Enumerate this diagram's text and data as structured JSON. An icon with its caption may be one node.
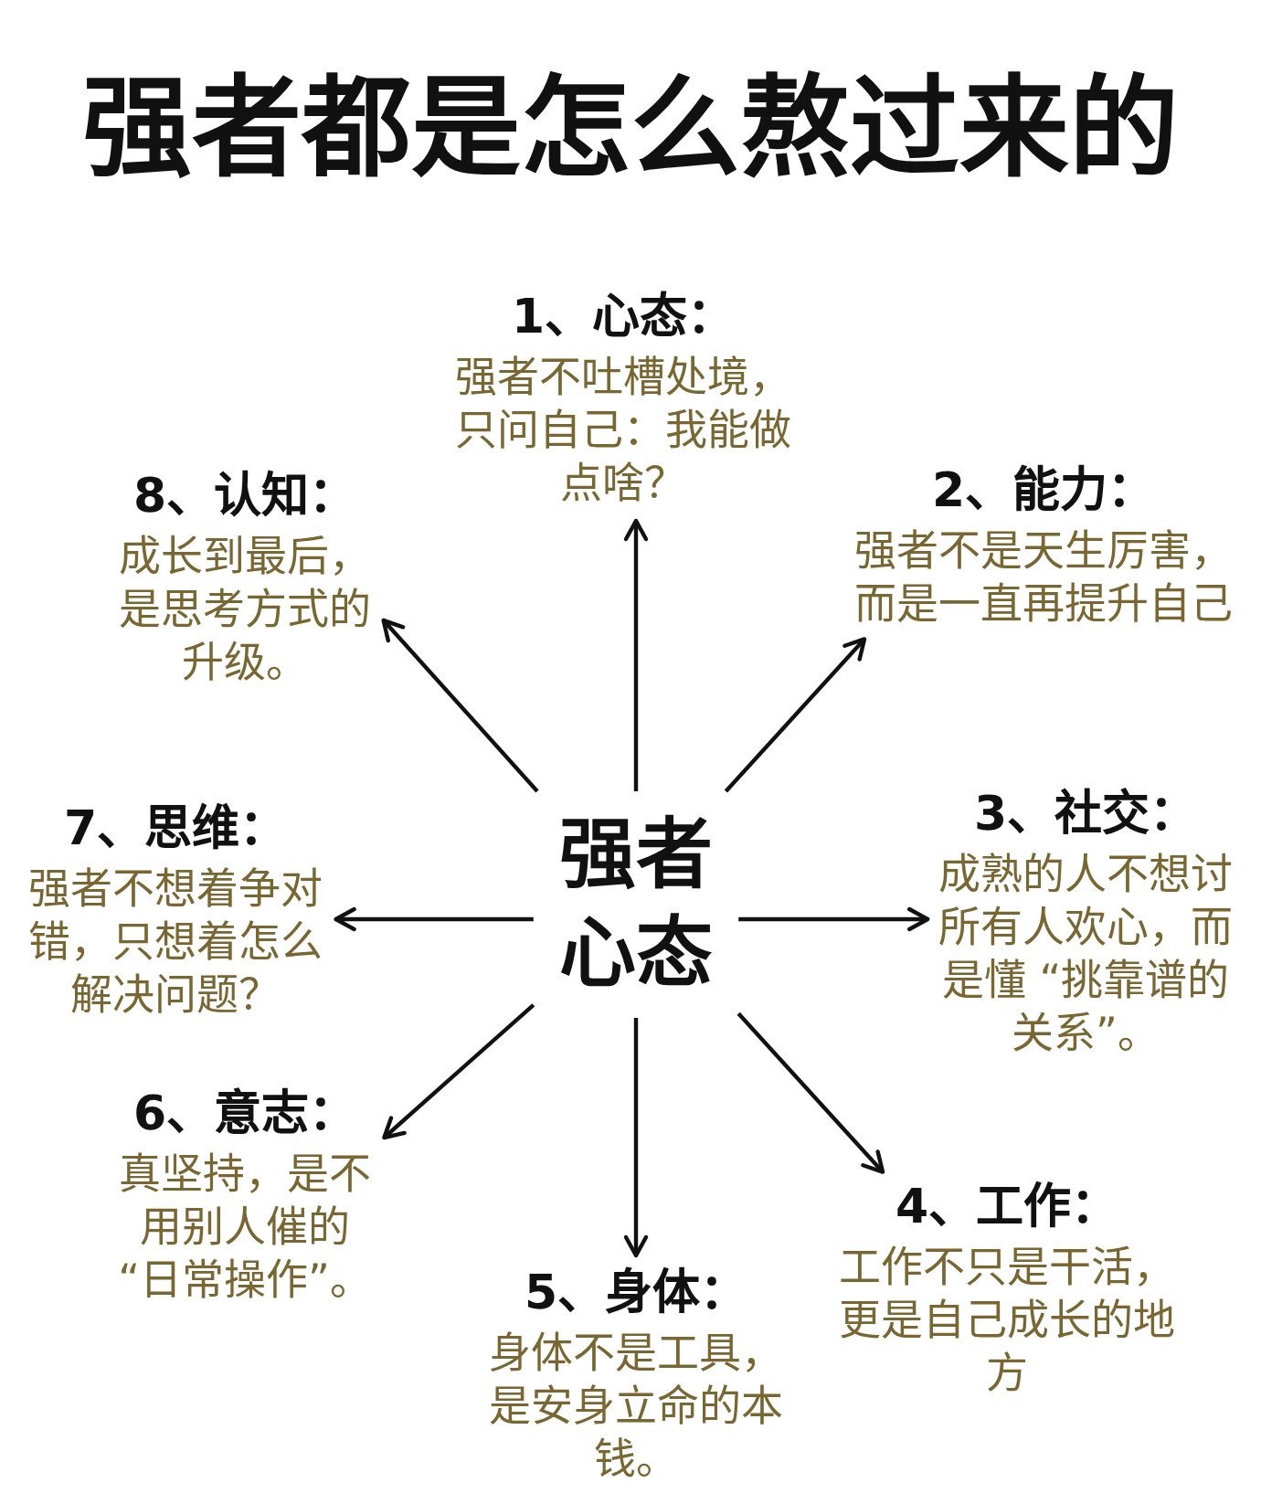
{
  "diagram": {
    "title": "强者都是怎么熬过来的",
    "nodes": [
      {
        "text": [
          "强者心态"
        ]
      },
      {
        "text": [
          "1、心态：",
          "强者不吐槽处境，只问自己：我能做点啥？"
        ]
      },
      {
        "text": [
          "2、能力：",
          "强者不是天生厉害，而是一直再提升自己"
        ]
      },
      {
        "text": [
          "3、社交：",
          "成熟的人不想讨所有人欢心，而是懂 “挑靠谱的关系”。"
        ]
      },
      {
        "text": [
          "4、工作：",
          "工作不只是干活，更是自己成长的地方"
        ]
      },
      {
        "text": [
          "5、身体：",
          "身体不是工具，是安身立命的本钱。"
        ]
      },
      {
        "text": [
          "6、意志：",
          "真坚持，是不用别人催的“日常操作”。"
        ]
      },
      {
        "text": [
          "7、思维：",
          "强者不想着争对错，只想着怎么解决问题？"
        ]
      },
      {
        "text": [
          "8、认知：",
          "成长到最后，是思考方式的升级。"
        ]
      }
    ],
    "edges": [
      {
        "from": 0,
        "to": 1,
        "arrow": "to"
      },
      {
        "from": 0,
        "to": 2,
        "arrow": "to"
      },
      {
        "from": 0,
        "to": 3,
        "arrow": "to"
      },
      {
        "from": 0,
        "to": 4,
        "arrow": "to"
      },
      {
        "from": 0,
        "to": 5,
        "arrow": "to"
      },
      {
        "from": 0,
        "to": 6,
        "arrow": "to"
      },
      {
        "from": 0,
        "to": 7,
        "arrow": "to"
      },
      {
        "from": 0,
        "to": 8,
        "arrow": "to"
      }
    ]
  }
}
